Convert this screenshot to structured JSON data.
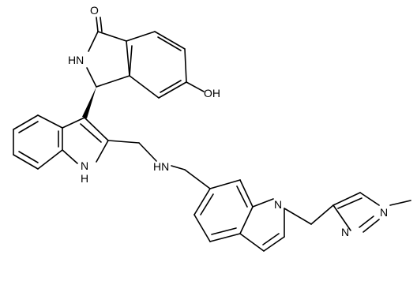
{
  "molecule": {
    "atoms": {
      "carbonyl_O": "O",
      "lactam_NH": "HN",
      "phenol_OH": "OH",
      "indole_NH": "N",
      "indole_NH_h": "H",
      "amine_NH": "HN",
      "indole2_N": "N",
      "imidazole_N1": "N",
      "imidazole_N3": "N"
    }
  },
  "colors": {
    "ink": "#000000",
    "background": "#ffffff"
  }
}
